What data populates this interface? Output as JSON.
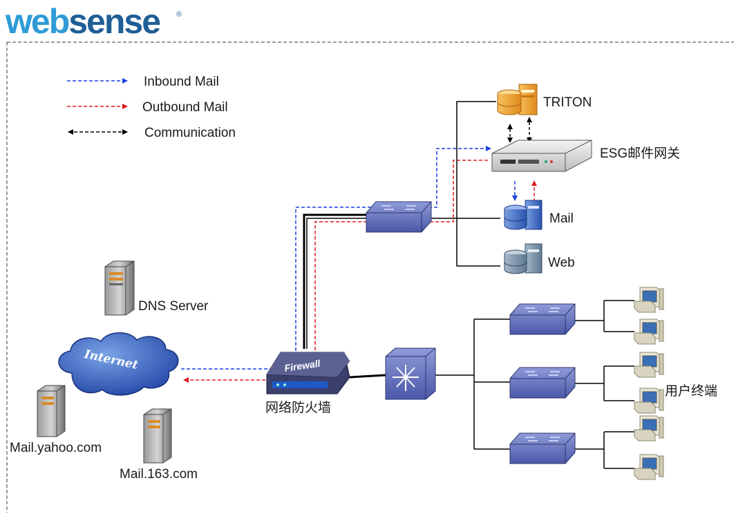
{
  "brand": {
    "name_part1": "web",
    "name_part2": "sense",
    "registered_mark": "®",
    "color_part1": "#2e9bd6",
    "color_part2": "#1f5e96"
  },
  "legend": {
    "inbound_label": "Inbound Mail",
    "outbound_label": "Outbound Mail",
    "communication_label": "Communication",
    "inbound_color": "#1a3de0",
    "outbound_color": "#e0181c",
    "communication_color": "#000000"
  },
  "nodes": {
    "triton": "TRITON",
    "esg_gateway": "ESG邮件网关",
    "mail": "Mail",
    "web": "Web",
    "dns_server": "DNS Server",
    "internet": "Internet",
    "firewall_device": "Firewall",
    "firewall": "网络防火墙",
    "mail_yahoo": "Mail.yahoo.com",
    "mail_163": "Mail.163.com",
    "user_terminals": "用户终端"
  },
  "icons": {
    "triton": "database-server-icon",
    "esg": "rack-server-icon",
    "mail": "database-server-icon",
    "web": "database-server-icon",
    "dns": "tower-server-icon",
    "internet": "cloud-icon",
    "firewall": "firewall-icon",
    "core_switch": "router-switch-icon",
    "switch": "switch-icon",
    "pc": "desktop-pc-icon"
  }
}
